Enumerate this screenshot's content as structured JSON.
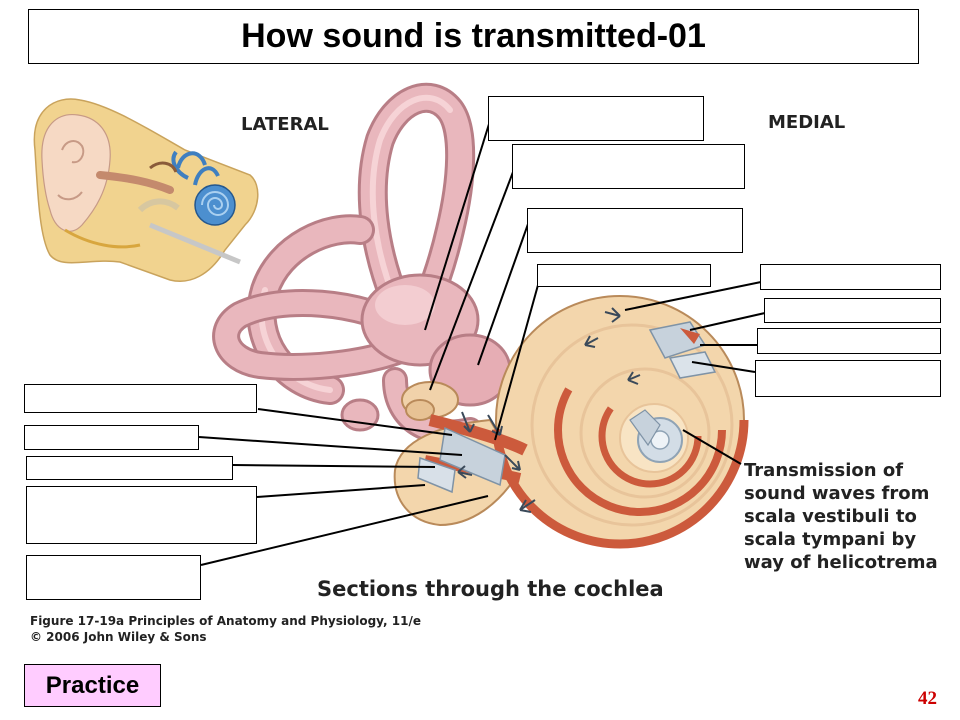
{
  "title": "How sound is transmitted-01",
  "labels": {
    "lateral": "LATERAL",
    "medial": "MEDIAL",
    "transmission": "Transmission of\nsound waves from\nscala vestibuli to\nscala tympani by\nway of helicotrema",
    "sections": "Sections through the cochlea"
  },
  "caption": {
    "line1": "Figure 17-19a  Principles of Anatomy and Physiology, 11/e",
    "line2": "© 2006 John Wiley & Sons"
  },
  "practice_label": "Practice",
  "page_number": "42",
  "colors": {
    "tissue_pink": "#e9b7bd",
    "tissue_dark": "#b87e86",
    "cochlea_cream": "#f3d6ac",
    "cochlea_red": "#cc5a3c",
    "membrane_gray": "#c7d2dc",
    "practice_bg": "#ffccff",
    "page_number": "#cc0000"
  }
}
